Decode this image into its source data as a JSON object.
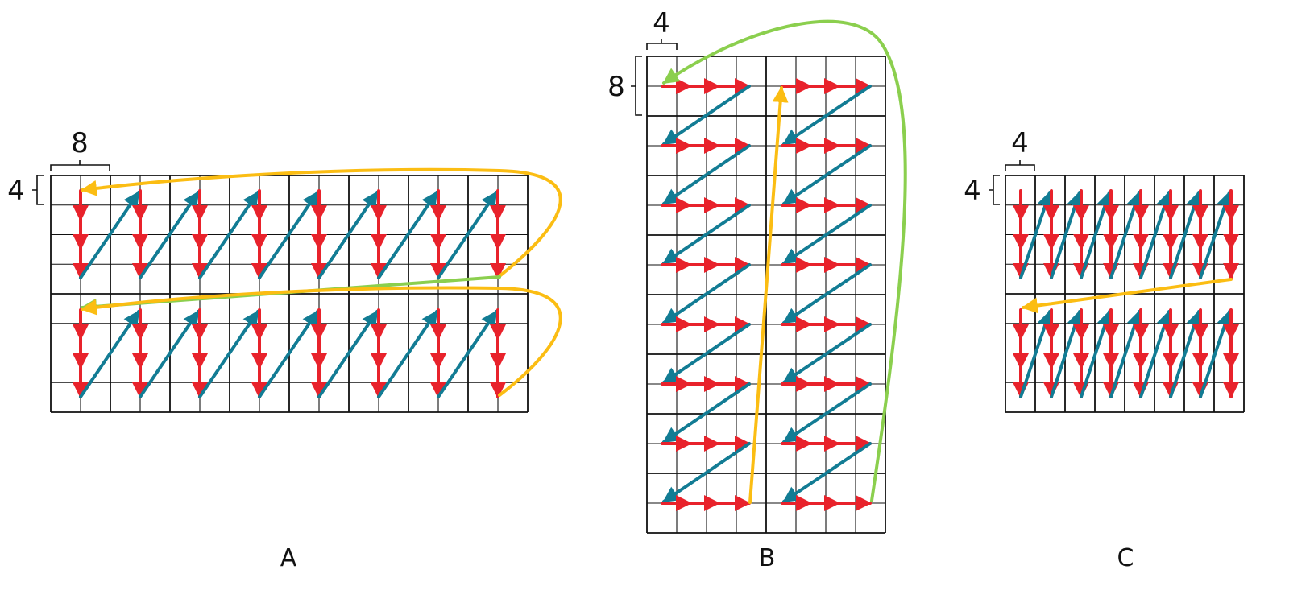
{
  "colors": {
    "grid": "#111111",
    "red": "#e8222b",
    "teal": "#127c94",
    "yellow": "#fbbd13",
    "green": "#8bcf4e"
  },
  "panels": [
    {
      "id": "A",
      "label": "A",
      "grid": {
        "cols": 16,
        "rows": 8,
        "major_col_every": 2,
        "major_row_every": 4
      },
      "brace_x": "8",
      "brace_y": "4",
      "scan": "column-major within 8x4 tiles"
    },
    {
      "id": "B",
      "label": "B",
      "grid": {
        "cols": 8,
        "rows": 16,
        "major_col_every": 4,
        "major_row_every": 2
      },
      "brace_x": "4",
      "brace_y": "8",
      "scan": "row-major within 4x8 tiles"
    },
    {
      "id": "C",
      "label": "C",
      "grid": {
        "cols": 8,
        "rows": 8,
        "major_col_every": 1,
        "major_row_every": 4
      },
      "brace_x": "4",
      "brace_y": "4",
      "scan": "column-major within 4x4 tiles"
    }
  ]
}
